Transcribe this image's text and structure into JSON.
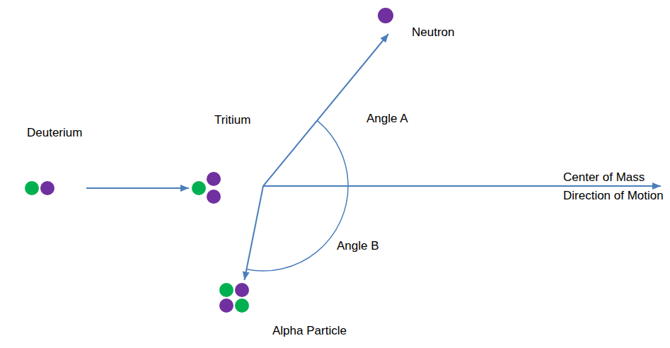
{
  "diagram": {
    "nodes": [
      {
        "text": [
          "Deuterium"
        ]
      },
      {
        "text": [
          "Tritium"
        ]
      },
      {
        "text": [
          "Neutron"
        ]
      },
      {
        "text": [
          "Alpha Particle"
        ]
      }
    ],
    "edges": [
      {
        "from": 0,
        "to": 1,
        "arrow": "to"
      }
    ],
    "labels": [
      "Angle A",
      "Angle B",
      "Center of Mass Direction of Motion"
    ]
  }
}
